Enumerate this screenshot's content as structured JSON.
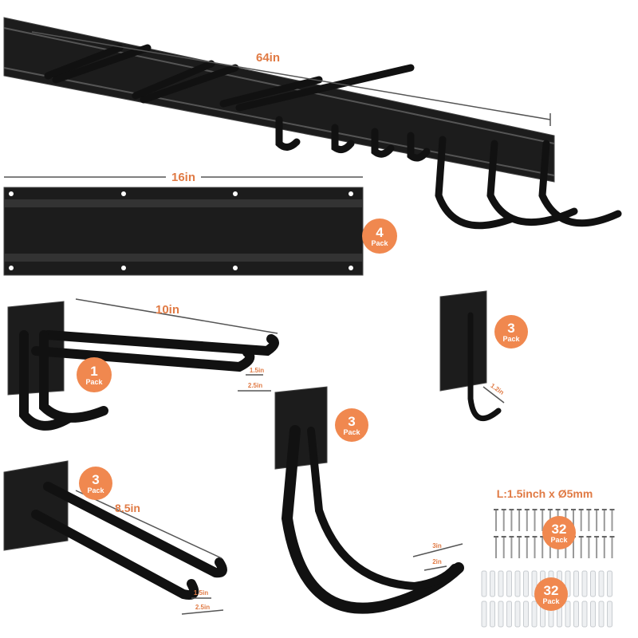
{
  "colors": {
    "accent": "#f0884f",
    "label": "#e07a44",
    "metal": "#1c1c1c"
  },
  "long_rail": {
    "length_label": "64in"
  },
  "short_rail": {
    "length_label": "16in",
    "badge": {
      "count": "4",
      "unit": "Pack"
    }
  },
  "double_hook": {
    "length_label": "10in",
    "gap_label": "1.5in",
    "width_label": "2.5in",
    "badge": {
      "count": "1",
      "unit": "Pack"
    }
  },
  "j_hook": {
    "size_label": "1.2in",
    "badge": {
      "count": "3",
      "unit": "Pack"
    }
  },
  "bike_hook": {
    "outer_label": "3in",
    "inner_label": "2in",
    "badge": {
      "count": "3",
      "unit": "Pack"
    }
  },
  "fork_hook": {
    "length_label": "8.5in",
    "gap_label": "1.5in",
    "width_label": "2.5in",
    "badge": {
      "count": "3",
      "unit": "Pack"
    }
  },
  "screws": {
    "spec_label": "L:1.5inch x Ø5mm",
    "badge": {
      "count": "32",
      "unit": "Pack"
    }
  },
  "anchors": {
    "badge": {
      "count": "32",
      "unit": "Pack"
    }
  }
}
